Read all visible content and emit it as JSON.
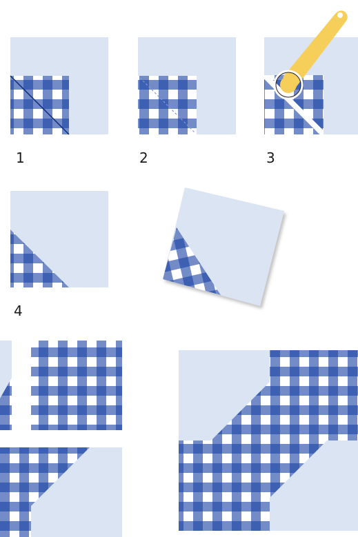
{
  "colors": {
    "background_square": "#dbe4f2",
    "gingham_white": "#ffffff",
    "gingham_light": "#6d8fd2",
    "gingham_dark": "#1d46a6",
    "cutter_handle": "#f6ce5a",
    "cutter_blade_ring": "#ffffff",
    "stitch_line": "#8899cc"
  },
  "steps": {
    "step1": "1",
    "step2": "2",
    "step3": "3",
    "step4": "4"
  },
  "icons": {
    "cutter": "rotary-cutter-icon"
  }
}
